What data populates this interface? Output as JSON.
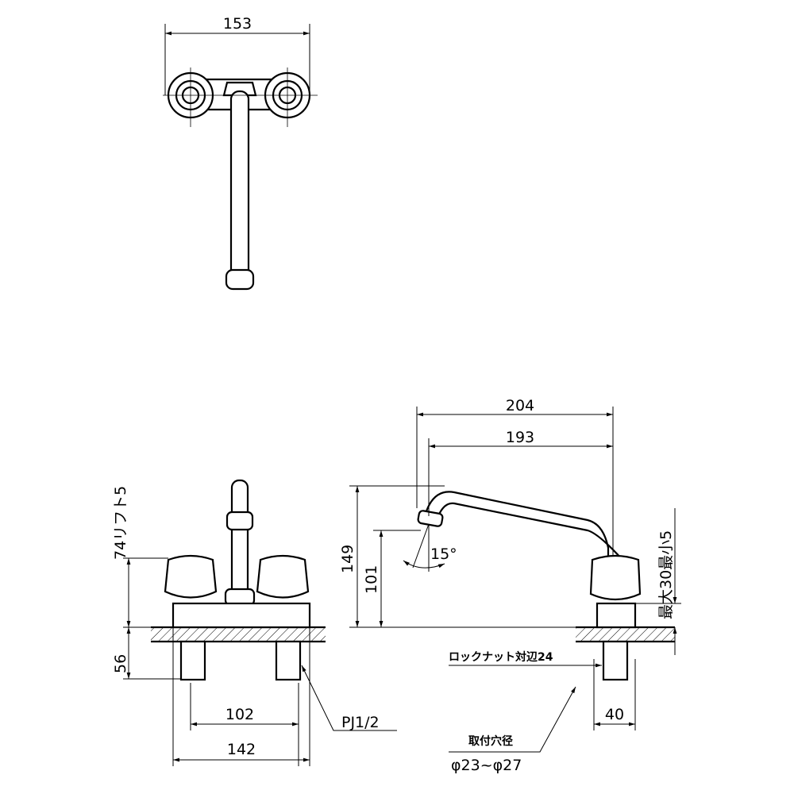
{
  "drawing": {
    "top_view": {
      "width_dim": "153"
    },
    "front_view": {
      "lift_dim": "74リフト5",
      "base_height_dim": "56",
      "center_distance_dim": "102",
      "overall_width_dim": "142",
      "thread_label": "PJ1/2"
    },
    "side_view": {
      "reach_outer_dim": "204",
      "reach_inner_dim": "193",
      "height_dim": "149",
      "spout_height_dim": "101",
      "angle_label": "15°",
      "counter_thickness_label": "最大30最小5",
      "locknut_label": "ロックナット対辺24",
      "mount_hole_title": "取付穴径",
      "mount_hole_range": "φ23~φ27",
      "shank_width_dim": "40"
    }
  }
}
